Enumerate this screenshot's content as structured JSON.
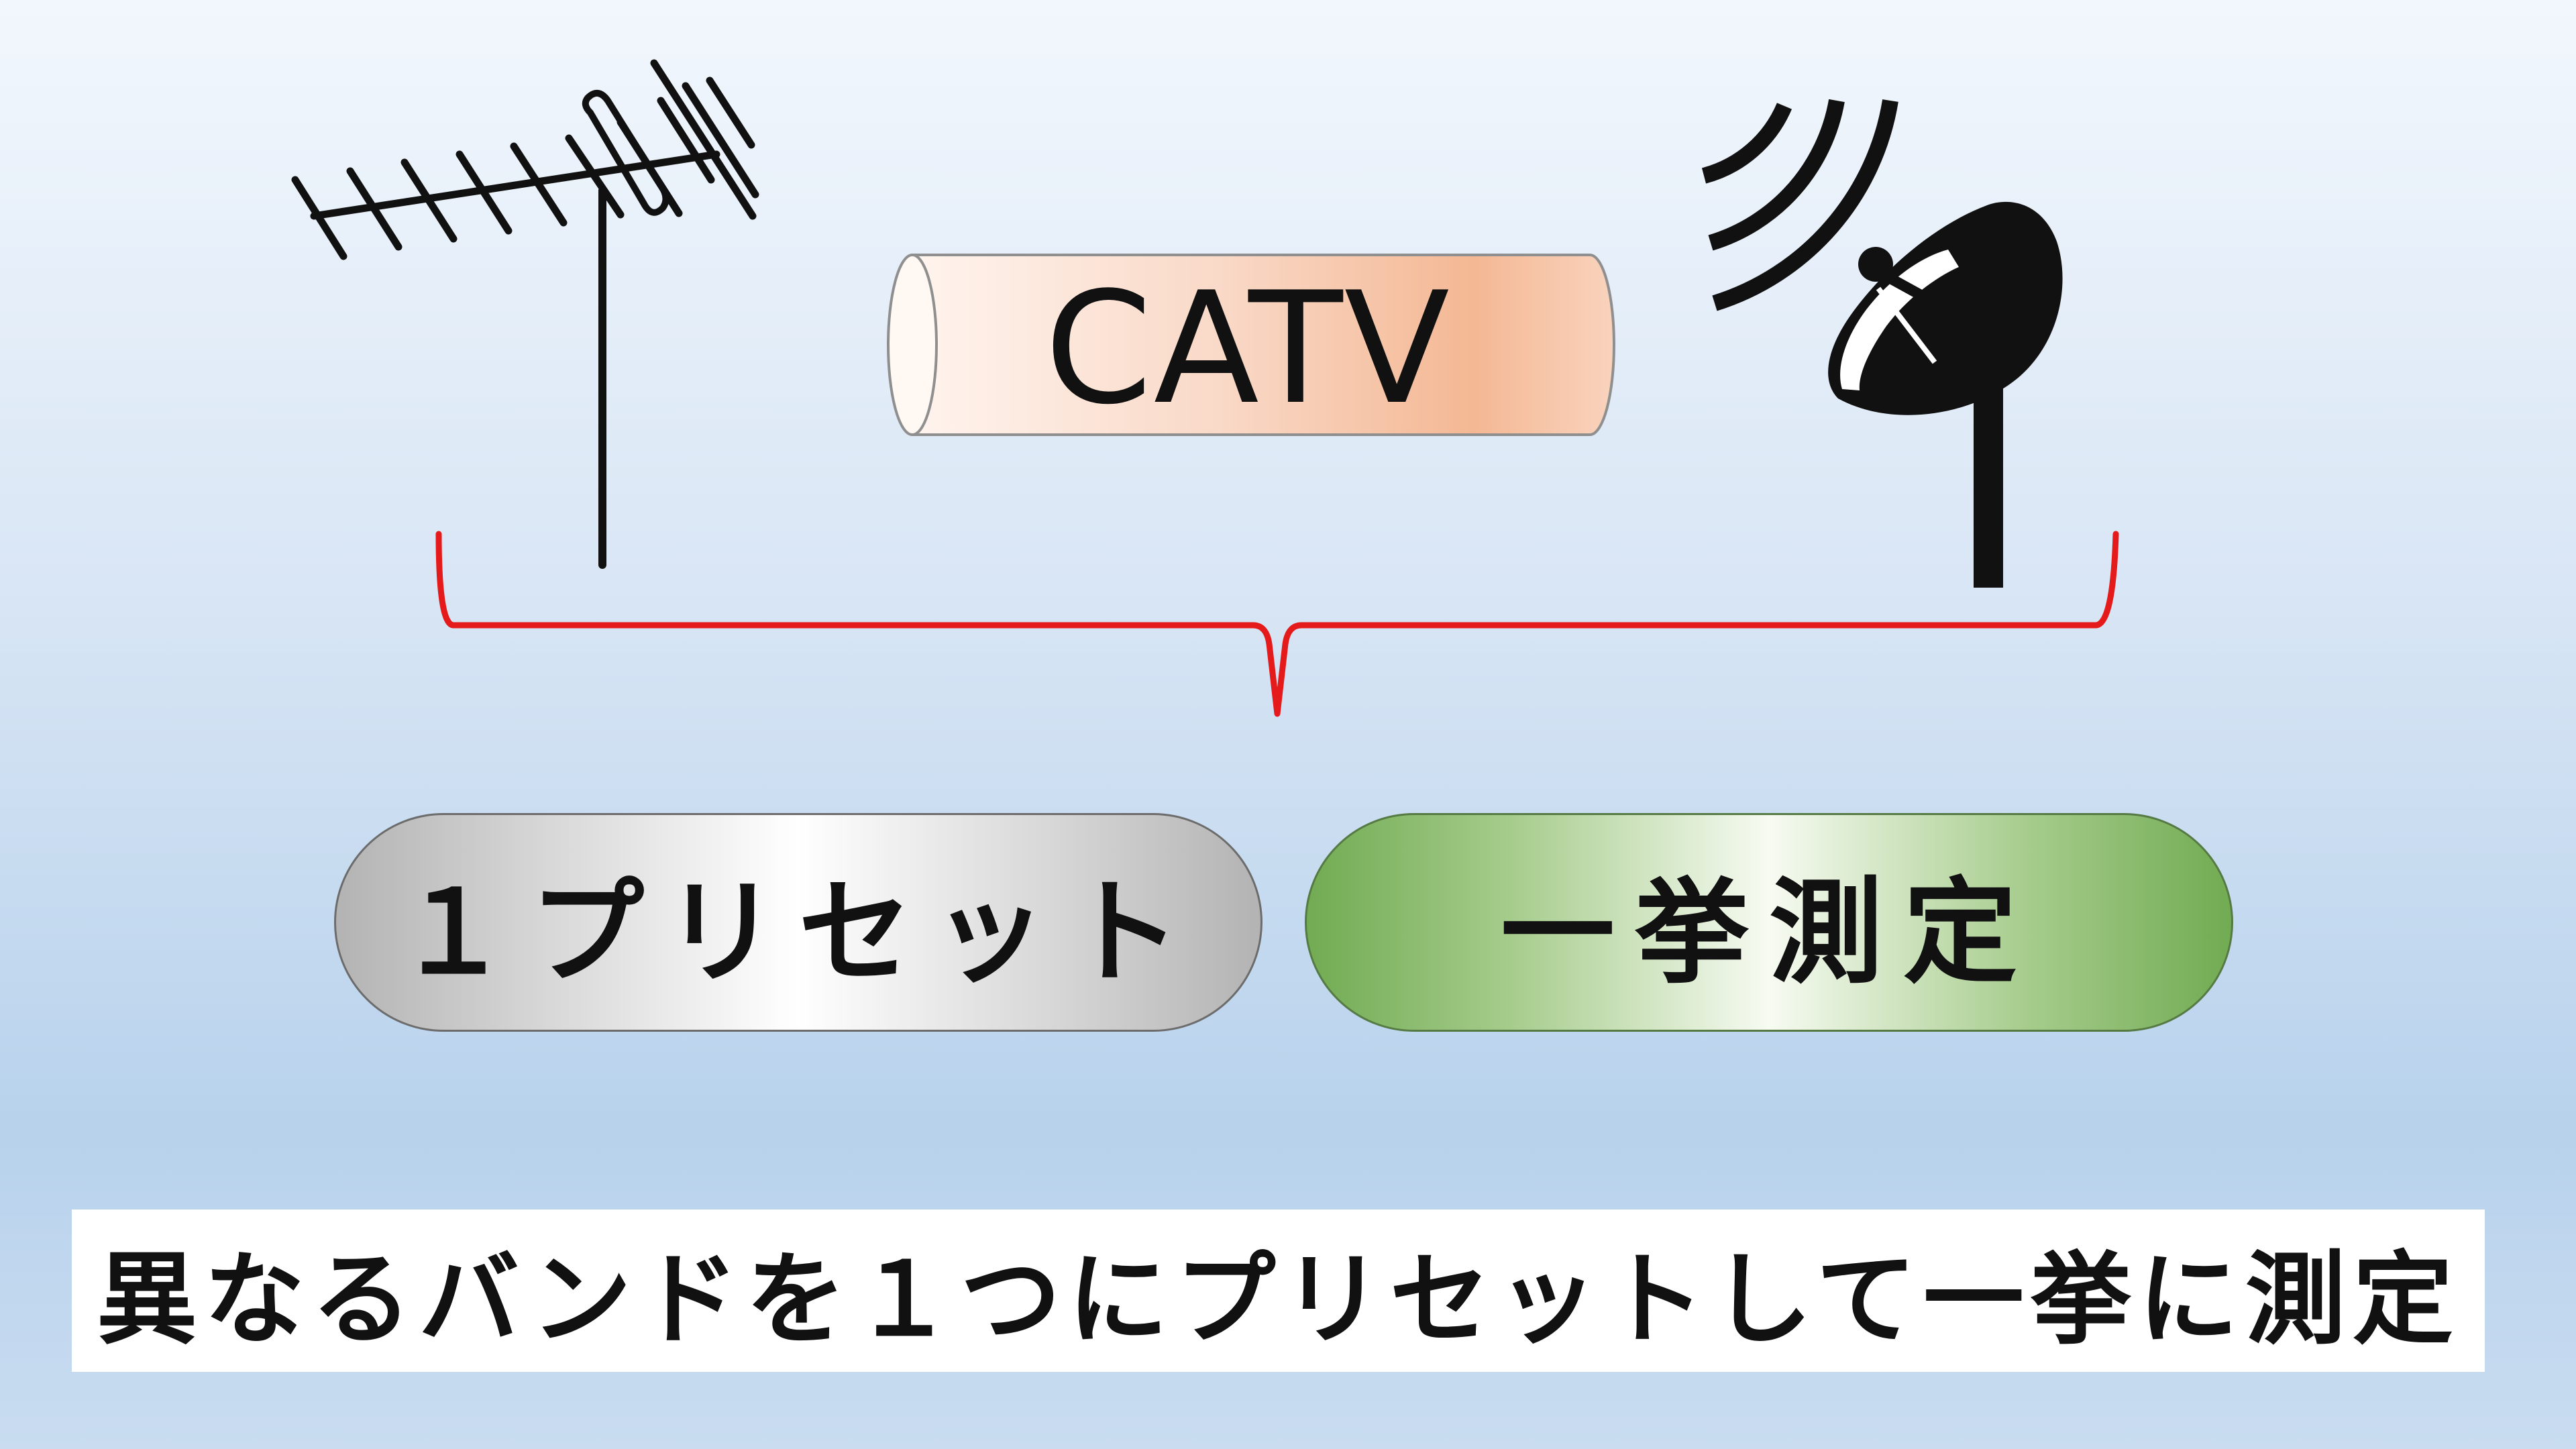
{
  "diagram": {
    "cable_label": "CATV",
    "preset_pill_label": "１プリセット",
    "bulk_pill_label": "一挙測定",
    "caption": "異なるバンドを１つにプリセットして一挙に測定"
  },
  "icons": {
    "left": "yagi-antenna-icon",
    "right": "satellite-dish-icon",
    "center": "cable-cylinder-icon"
  },
  "colors": {
    "brace": "#e51a1a",
    "cable_fill": "#f4b894",
    "preset_pill": "#b3b3b3",
    "bulk_pill": "#71ab52"
  }
}
